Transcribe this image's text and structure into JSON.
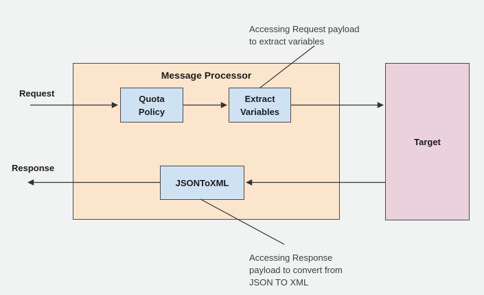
{
  "diagram": {
    "container": {
      "title": "Message Processor",
      "fill": "#fce5cd"
    },
    "nodes": {
      "quota_policy": {
        "label": "Quota\nPolicy",
        "fill": "#cfe2f3"
      },
      "extract_variables": {
        "label": "Extract\nVariables",
        "fill": "#cfe2f3"
      },
      "jsontoxml": {
        "label": "JSONToXML",
        "fill": "#cfe2f3"
      },
      "target": {
        "label": "Target",
        "fill": "#ead1dc"
      }
    },
    "flow_labels": {
      "request": "Request",
      "response": "Response"
    },
    "annotations": {
      "request_payload": "Accessing Request payload\nto extract variables",
      "response_payload": "Accessing Response\npayload to convert from\nJSON TO XML"
    },
    "colors": {
      "background": "#f1f2f2",
      "border": "#4f4a46",
      "connector": "#333333",
      "text": "#1b1b1b",
      "annotation_text": "#3c4043"
    }
  }
}
